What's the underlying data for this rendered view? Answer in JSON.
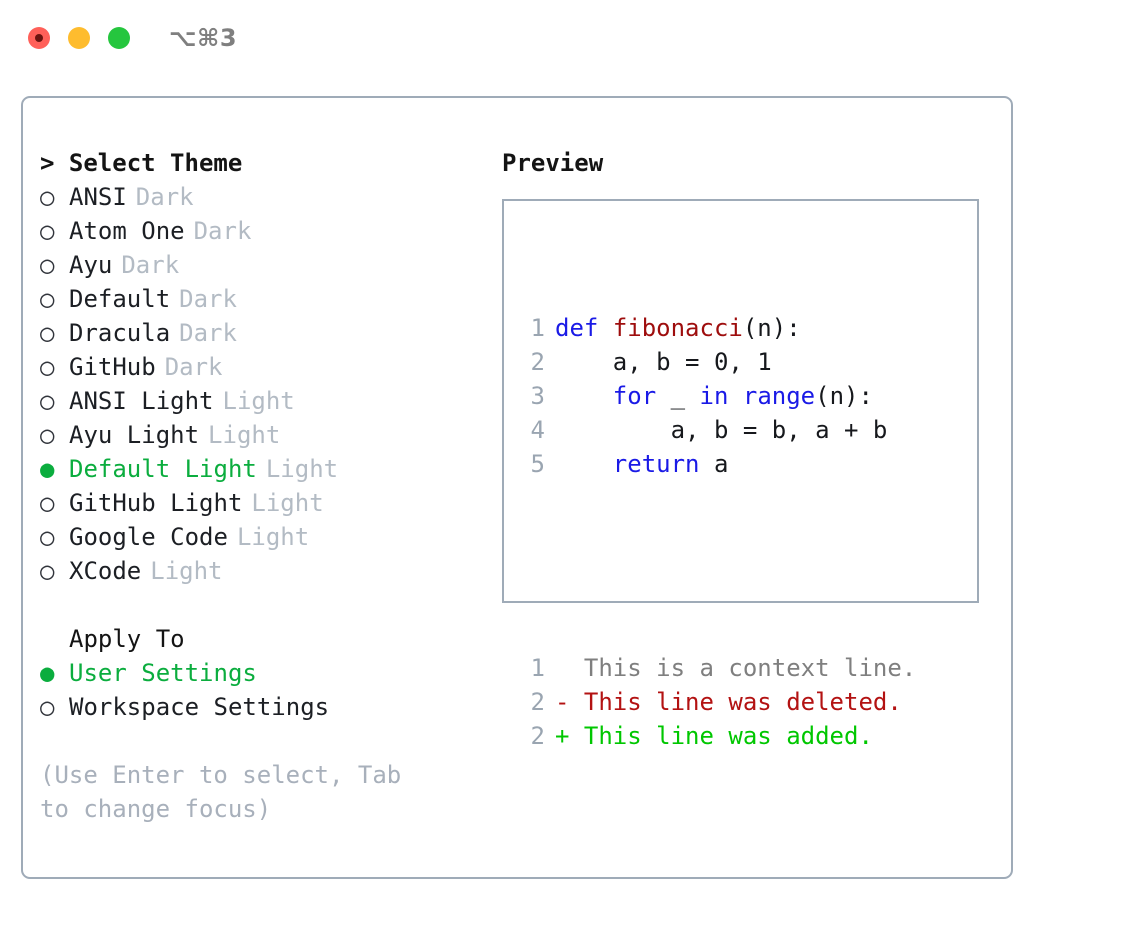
{
  "window": {
    "shortcut_label": "⌥⌘3",
    "traffic_lights": [
      "close",
      "minimize",
      "maximize"
    ]
  },
  "theme_picker": {
    "header": "> Select Theme",
    "options": [
      {
        "marker": "○",
        "name": "ANSI",
        "suffix": "Dark",
        "selected": false
      },
      {
        "marker": "○",
        "name": "Atom One",
        "suffix": "Dark",
        "selected": false
      },
      {
        "marker": "○",
        "name": "Ayu",
        "suffix": "Dark",
        "selected": false
      },
      {
        "marker": "○",
        "name": "Default",
        "suffix": "Dark",
        "selected": false
      },
      {
        "marker": "○",
        "name": "Dracula",
        "suffix": "Dark",
        "selected": false
      },
      {
        "marker": "○",
        "name": "GitHub",
        "suffix": "Dark",
        "selected": false
      },
      {
        "marker": "○",
        "name": "ANSI Light",
        "suffix": "Light",
        "selected": false
      },
      {
        "marker": "○",
        "name": "Ayu Light",
        "suffix": "Light",
        "selected": false
      },
      {
        "marker": "●",
        "name": "Default Light",
        "suffix": "Light",
        "selected": true
      },
      {
        "marker": "○",
        "name": "GitHub Light",
        "suffix": "Light",
        "selected": false
      },
      {
        "marker": "○",
        "name": "Google Code",
        "suffix": "Light",
        "selected": false
      },
      {
        "marker": "○",
        "name": "XCode",
        "suffix": "Light",
        "selected": false
      }
    ]
  },
  "apply_to": {
    "header": "Apply To",
    "options": [
      {
        "marker": "●",
        "name": "User Settings",
        "selected": true
      },
      {
        "marker": "○",
        "name": "Workspace Settings",
        "selected": false
      }
    ]
  },
  "hint": "(Use Enter to select, Tab to change focus)",
  "preview": {
    "title": "Preview",
    "code_lines": [
      {
        "num": "1",
        "tokens": [
          {
            "t": "def",
            "c": "kw"
          },
          {
            "t": " ",
            "c": "plain"
          },
          {
            "t": "fibonacci",
            "c": "fn"
          },
          {
            "t": "(n):",
            "c": "plain"
          }
        ]
      },
      {
        "num": "2",
        "tokens": [
          {
            "t": "    a, b = 0, 1",
            "c": "plain"
          }
        ]
      },
      {
        "num": "3",
        "tokens": [
          {
            "t": "    ",
            "c": "plain"
          },
          {
            "t": "for",
            "c": "kw"
          },
          {
            "t": " _ ",
            "c": "plain"
          },
          {
            "t": "in",
            "c": "kw"
          },
          {
            "t": " ",
            "c": "plain"
          },
          {
            "t": "range",
            "c": "kw"
          },
          {
            "t": "(n):",
            "c": "plain"
          }
        ]
      },
      {
        "num": "4",
        "tokens": [
          {
            "t": "        a, b = b, a + b",
            "c": "plain"
          }
        ]
      },
      {
        "num": "5",
        "tokens": [
          {
            "t": "    ",
            "c": "plain"
          },
          {
            "t": "return",
            "c": "kw"
          },
          {
            "t": " a",
            "c": "plain"
          }
        ]
      }
    ],
    "diff_lines": [
      {
        "num": "1",
        "sign": " ",
        "text": " This is a context line.",
        "c": "ctx"
      },
      {
        "num": "2",
        "sign": "-",
        "text": " This line was deleted.",
        "c": "del"
      },
      {
        "num": "2",
        "sign": "+",
        "text": " This line was added.",
        "c": "add"
      }
    ]
  },
  "colors": {
    "selected_green": "#0bad3e",
    "muted_gray": "#b3bbc4",
    "border": "#9fabb8",
    "keyword_blue": "#1a1ae6",
    "function_red": "#9e0d0d",
    "diff_added": "#00c700",
    "diff_deleted": "#b31212",
    "diff_context": "#7f7f7f"
  }
}
